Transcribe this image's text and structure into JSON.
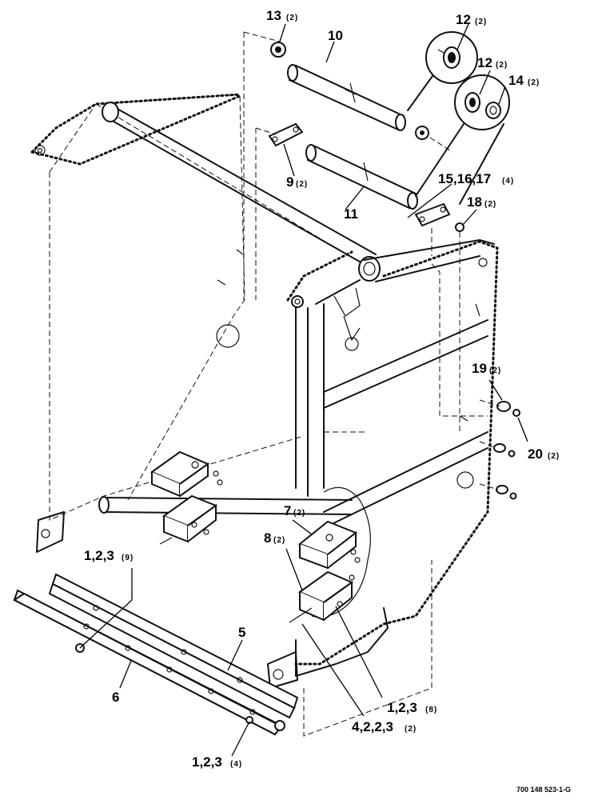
{
  "drawing_code": "700 148 523-1-G",
  "callouts": [
    {
      "id": "c13",
      "num": "13",
      "qty": "(2)"
    },
    {
      "id": "c10",
      "num": "10",
      "qty": ""
    },
    {
      "id": "c12a",
      "num": "12",
      "qty": "(2)"
    },
    {
      "id": "c12b",
      "num": "12",
      "qty": "(2)"
    },
    {
      "id": "c14",
      "num": "14",
      "qty": "(2)"
    },
    {
      "id": "c9",
      "num": "9",
      "qty": "(2)"
    },
    {
      "id": "c151617",
      "num": "15,16,17",
      "qty": "(4)"
    },
    {
      "id": "c18",
      "num": "18",
      "qty": "(2)"
    },
    {
      "id": "c11",
      "num": "11",
      "qty": ""
    },
    {
      "id": "c19",
      "num": "19",
      "qty": "(2)"
    },
    {
      "id": "c20",
      "num": "20",
      "qty": "(2)"
    },
    {
      "id": "c7",
      "num": "7",
      "qty": "(2)"
    },
    {
      "id": "c8",
      "num": "8",
      "qty": "(2)"
    },
    {
      "id": "c123_9",
      "num": "1,2,3",
      "qty": "(9)"
    },
    {
      "id": "c5",
      "num": "5",
      "qty": ""
    },
    {
      "id": "c6",
      "num": "6",
      "qty": ""
    },
    {
      "id": "c123_8",
      "num": "1,2,3",
      "qty": "(8)"
    },
    {
      "id": "c4223",
      "num": "4,2,2,3",
      "qty": "(2)"
    },
    {
      "id": "c123_4",
      "num": "1,2,3",
      "qty": "(4)"
    }
  ]
}
